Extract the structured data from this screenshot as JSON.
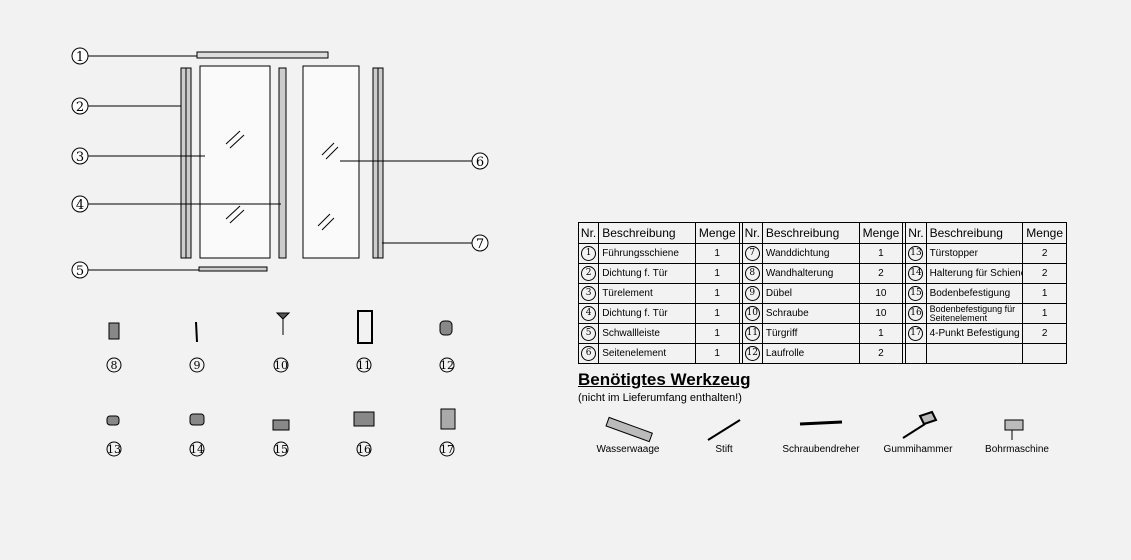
{
  "callouts": [
    "1",
    "2",
    "3",
    "4",
    "5",
    "6",
    "7"
  ],
  "small_parts": [
    "8",
    "9",
    "10",
    "11",
    "12",
    "13",
    "14",
    "15",
    "16",
    "17"
  ],
  "table": {
    "headers": {
      "nr": "Nr.",
      "desc": "Beschreibung",
      "qty": "Menge"
    },
    "rows": [
      [
        {
          "nr": "1",
          "desc": "Führungsschiene",
          "qty": "1"
        },
        {
          "nr": "7",
          "desc": "Wanddichtung",
          "qty": "1"
        },
        {
          "nr": "13",
          "desc": "Türstopper",
          "qty": "2"
        }
      ],
      [
        {
          "nr": "2",
          "desc": "Dichtung f. Tür",
          "qty": "1"
        },
        {
          "nr": "8",
          "desc": "Wandhalterung",
          "qty": "2"
        },
        {
          "nr": "14",
          "desc": "Halterung für Schiene",
          "qty": "2"
        }
      ],
      [
        {
          "nr": "3",
          "desc": "Türelement",
          "qty": "1"
        },
        {
          "nr": "9",
          "desc": "Dübel",
          "qty": "10"
        },
        {
          "nr": "15",
          "desc": "Bodenbefestigung",
          "qty": "1"
        }
      ],
      [
        {
          "nr": "4",
          "desc": "Dichtung f. Tür",
          "qty": "1"
        },
        {
          "nr": "10",
          "desc": "Schraube",
          "qty": "10"
        },
        {
          "nr": "16",
          "desc": "Bodenbefestigung für Seitenelement",
          "qty": "1"
        }
      ],
      [
        {
          "nr": "5",
          "desc": "Schwallleiste",
          "qty": "1"
        },
        {
          "nr": "11",
          "desc": "Türgriff",
          "qty": "1"
        },
        {
          "nr": "17",
          "desc": "4-Punkt Befestigung",
          "qty": "2"
        }
      ],
      [
        {
          "nr": "6",
          "desc": "Seitenelement",
          "qty": "1"
        },
        {
          "nr": "12",
          "desc": "Laufrolle",
          "qty": "2"
        },
        {
          "nr": "",
          "desc": "",
          "qty": ""
        }
      ]
    ]
  },
  "tools": {
    "title": "Benötigtes Werkzeug",
    "subtitle": "(nicht im Lieferumfang enthalten!)",
    "items": [
      "Wasserwaage",
      "Stift",
      "Schraubendreher",
      "Gummihammer",
      "Bohrmaschine"
    ]
  }
}
